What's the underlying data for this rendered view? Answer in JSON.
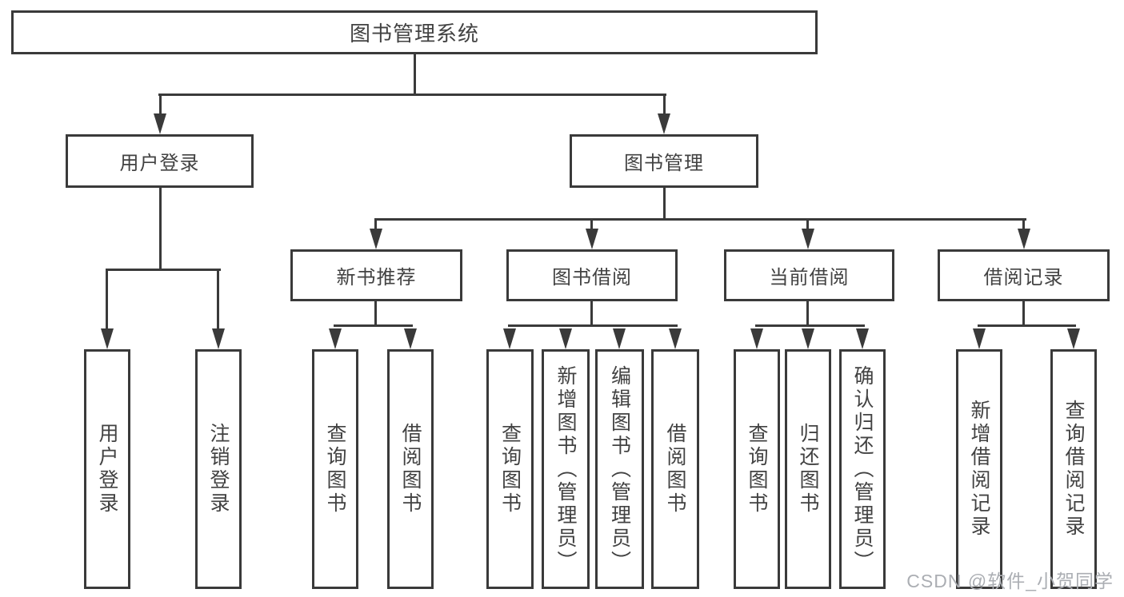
{
  "diagram": {
    "title": "图书管理系统",
    "user_login": {
      "label": "用户登录",
      "children": {
        "login": "用户登录",
        "logout": "注销登录"
      }
    },
    "book_mgmt": {
      "label": "图书管理",
      "new_book": {
        "label": "新书推荐",
        "children": {
          "query": "查询图书",
          "borrow": "借阅图书"
        }
      },
      "borrow": {
        "label": "图书借阅",
        "children": {
          "query": "查询图书",
          "add": "新增图书（管理员）",
          "edit": "编辑图书（管理员）",
          "lend": "借阅图书"
        }
      },
      "current": {
        "label": "当前借阅",
        "children": {
          "query": "查询图书",
          "return": "归还图书",
          "confirm": "确认归还（管理员）"
        }
      },
      "records": {
        "label": "借阅记录",
        "children": {
          "add": "新增借阅记录",
          "query": "查询借阅记录"
        }
      }
    }
  },
  "watermark": "CSDN @软件_小贺同学",
  "colors": {
    "line": "#3a3a3a",
    "text": "#424242",
    "background": "#ffffff",
    "watermark": "#abaeb3"
  }
}
